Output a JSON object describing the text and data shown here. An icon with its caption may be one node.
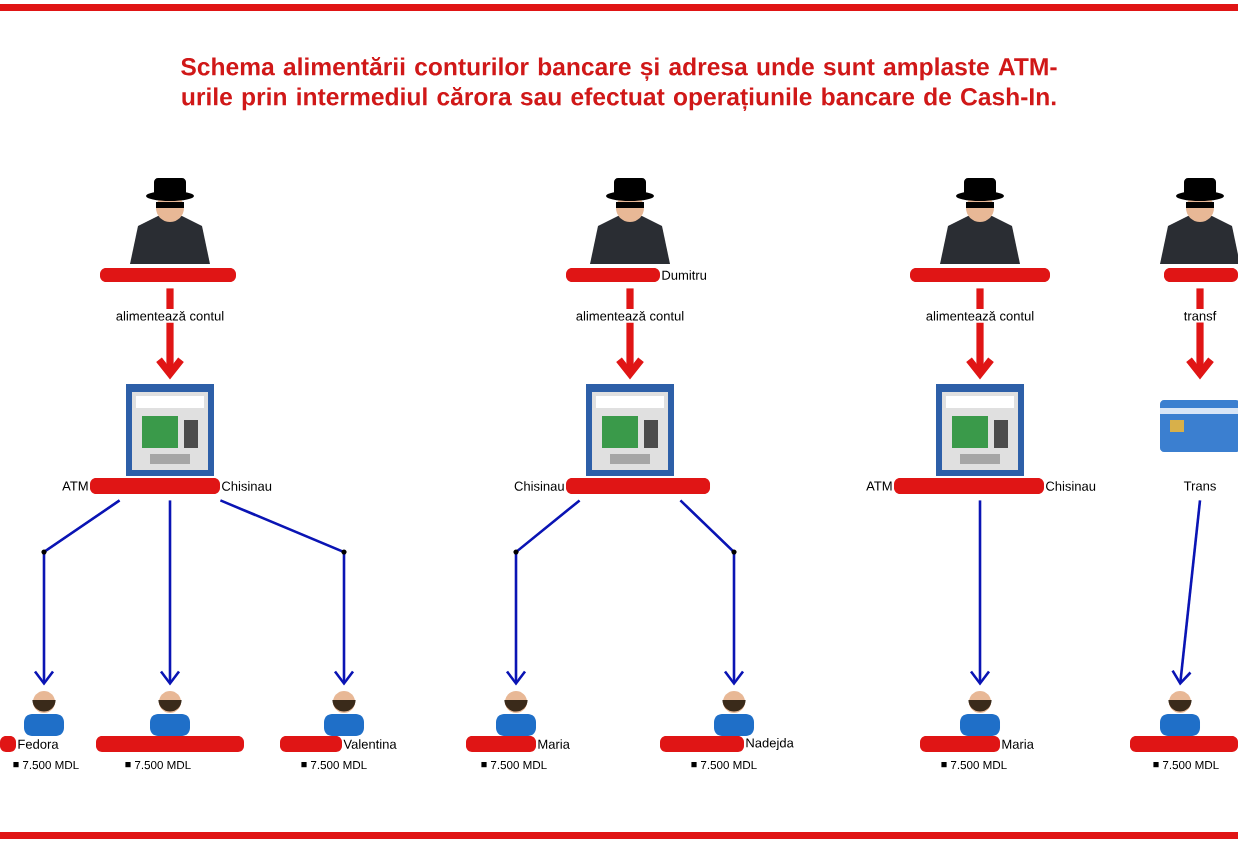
{
  "diagram": {
    "title": "Schema alimentării conturilor bancare și adresa unde sunt amplaste ATM-urile prin intermediul cărora sau efectuat operațiunile bancare de Cash-In.",
    "nodes": [
      {
        "text": [],
        "shape": "person"
      },
      {
        "text": [
          "Dumitru"
        ]
      },
      {
        "text": [],
        "shape": "person"
      },
      {
        "text": [],
        "shape": "person"
      },
      {
        "text": [
          "ATM",
          "Chisinau"
        ]
      },
      {
        "text": [
          "Chisinau"
        ]
      },
      {
        "text": [
          "ATM",
          "Chisinau"
        ]
      },
      {
        "text": [
          "Trans"
        ]
      },
      {
        "text": [
          "Fedora",
          "7.500 MDL"
        ]
      },
      {
        "text": [
          "7.500 MDL"
        ]
      },
      {
        "text": [
          "Valentina",
          "7.500 MDL"
        ]
      },
      {
        "text": [
          "Maria",
          "7.500 MDL"
        ]
      },
      {
        "text": [
          "Nadejda",
          "7.500 MDL"
        ]
      },
      {
        "text": [
          "Maria",
          "7.500 MDL"
        ]
      },
      {
        "text": [
          "7.500 MDL"
        ]
      }
    ],
    "edges": [
      {
        "from": 0,
        "to": 4,
        "arrow": "to",
        "label": "alimentează contul",
        "style": "thick",
        "color": "#e01515"
      },
      {
        "from": 1,
        "to": 5,
        "arrow": "to",
        "label": "alimentează contul",
        "style": "thick",
        "color": "#e01515"
      },
      {
        "from": 2,
        "to": 6,
        "arrow": "to",
        "label": "alimentează contul",
        "style": "thick",
        "color": "#e01515"
      },
      {
        "from": 3,
        "to": 7,
        "arrow": "to",
        "label": "transf",
        "style": "thick",
        "color": "#e01515"
      },
      {
        "from": 4,
        "to": 8,
        "arrow": "to"
      },
      {
        "from": 4,
        "to": 9,
        "arrow": "to"
      },
      {
        "from": 4,
        "to": 10,
        "arrow": "to"
      },
      {
        "from": 5,
        "to": 11,
        "arrow": "to"
      },
      {
        "from": 5,
        "to": 12,
        "arrow": "to"
      },
      {
        "from": 6,
        "to": 13,
        "arrow": "to"
      },
      {
        "from": 7,
        "to": 14,
        "arrow": "to"
      }
    ]
  }
}
